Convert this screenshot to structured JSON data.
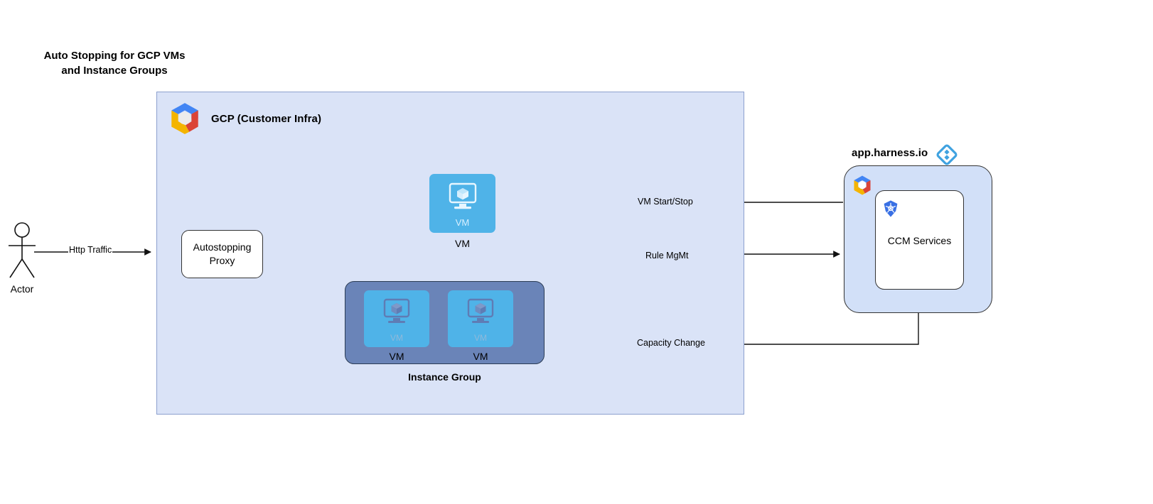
{
  "title": "Auto Stopping for GCP VMs\nand Instance Groups",
  "colors": {
    "gcp_container_fill": "#dae3f7",
    "gcp_container_border": "#8ca0ce",
    "vm_blue": "#4fb3e8",
    "instance_group_fill": "#6a84b8",
    "instance_group_border": "#2b3c55",
    "harness_panel_fill": "#d2e0f8",
    "harness_logo_blue": "#3fa2e0",
    "kubernetes_blue": "#3970e4",
    "line": "#333333",
    "background": "#ffffff"
  },
  "actor": {
    "label": "Actor",
    "icon": "stick-figure-icon"
  },
  "gcp_container": {
    "label": "GCP (Customer Infra)",
    "logo": "gcp-hexagon-logo"
  },
  "autostopping_proxy": {
    "label": "Autostopping\nProxy"
  },
  "vm_standalone": {
    "inner_label": "VM",
    "caption": "VM",
    "icon": "vm-monitor-cube-icon"
  },
  "instance_group": {
    "caption": "Instance Group",
    "vms": [
      {
        "inner_label": "VM",
        "caption": "VM",
        "icon": "vm-monitor-cube-icon"
      },
      {
        "inner_label": "VM",
        "caption": "VM",
        "icon": "vm-monitor-cube-icon"
      }
    ]
  },
  "harness": {
    "label": "app.harness.io",
    "logo": "harness-diamond-logo",
    "gcp_logo": "gcp-hexagon-logo",
    "ccm_services": {
      "label": "CCM Services",
      "icon": "kubernetes-icon"
    }
  },
  "edges": [
    {
      "id": "http-traffic",
      "label": "Http Traffic",
      "from": "actor",
      "to": "autostopping-proxy"
    },
    {
      "id": "vm-start-stop",
      "label": "VM Start/Stop",
      "from": "ccm-services",
      "to": "vm-standalone"
    },
    {
      "id": "rule-mgmt",
      "label": "Rule MgMt",
      "from": "autostopping-proxy",
      "to": "ccm-services"
    },
    {
      "id": "capacity-change",
      "label": "Capacity Change",
      "from": "ccm-services",
      "to": "instance-group"
    },
    {
      "id": "proxy-to-vm",
      "label": "",
      "from": "autostopping-proxy",
      "to": "vm-standalone"
    },
    {
      "id": "proxy-to-instance-group",
      "label": "",
      "from": "autostopping-proxy",
      "to": "instance-group"
    }
  ]
}
